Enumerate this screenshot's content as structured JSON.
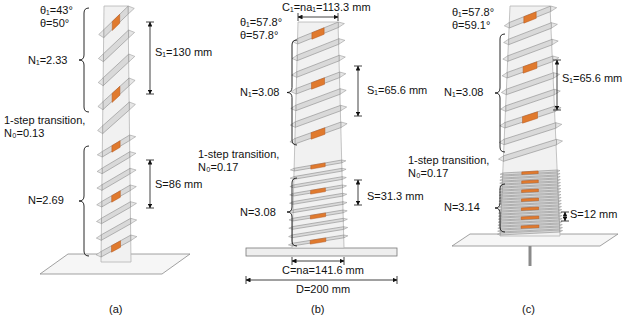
{
  "diagram": {
    "labels": [
      "θ₁=43°",
      "θ=50°",
      "S₁=130 mm",
      "N₁=2.33",
      "1-step transition, N₀=0.13",
      "S=86 mm",
      "N=2.69",
      "(a)",
      "C₁=na₁=113.3 mm",
      "θ₁=57.8°",
      "θ=57.8°",
      "S₁=65.6 mm",
      "N₁=3.08",
      "1-step transition, N₀=0.17",
      "N=3.08",
      "S=31.3 mm",
      "C=na=141.6 mm",
      "D=200 mm",
      "(b)",
      "θ₁=57.8°",
      "θ=59.1°",
      "S₁=65.6 mm",
      "N₁=3.08",
      "1-step transition, N₀=0.17",
      "N=3.14",
      "S=12 mm",
      "(c)"
    ]
  }
}
